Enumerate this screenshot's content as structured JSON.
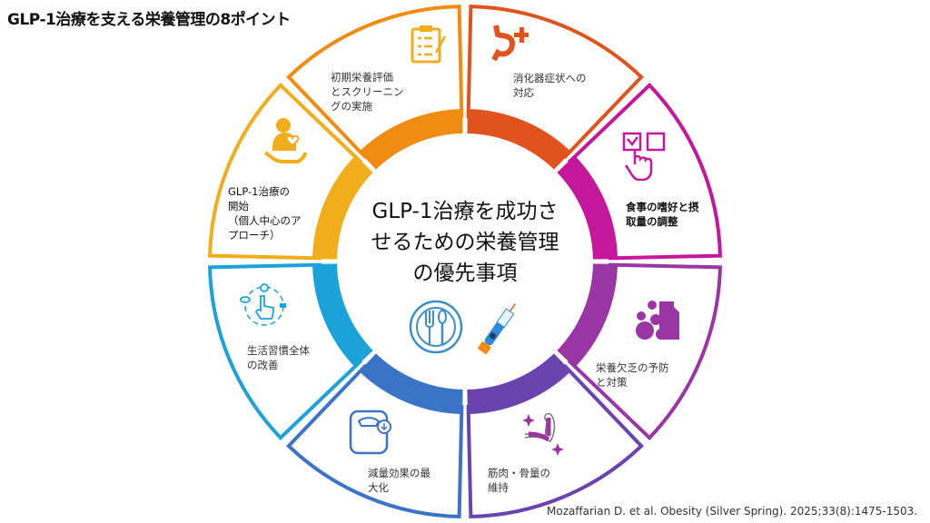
{
  "title": "GLP-1治療を支える栄養管理の8ポイント",
  "center_text": "GLP-1治療を成功さ\nせるための栄養管理\nの優先事項",
  "segments": [
    {
      "label": "消化器症状への\n対応",
      "color": "#e0531c",
      "icon": "stomach-plus-icon"
    },
    {
      "label": "食事の嗜好と摂\n取量の調整",
      "color": "#c4179c",
      "icon": "checkbox-hand-icon"
    },
    {
      "label": "栄養欠乏の予防\nと対策",
      "color": "#9a35a6",
      "icon": "vitamins-milk-icon"
    },
    {
      "label": "筋肉・骨量の\n維持",
      "color": "#6a44ae",
      "icon": "flexed-arm-icon"
    },
    {
      "label": "減量効果の最\n大化",
      "color": "#3b74c6",
      "icon": "scale-icon"
    },
    {
      "label": "生活習慣全体\nの改善",
      "color": "#1ba3d9",
      "icon": "lifestyle-hand-icon"
    },
    {
      "label": "GLP-1治療の\n開始\n（個人中心のア\nプローチ）",
      "color": "#f0ad1c",
      "icon": "caring-hand-person-icon"
    },
    {
      "label": "初期栄養評価\nとスクリーニン\nグの実施",
      "color": "#f08c12",
      "icon": "clipboard-checklist-icon"
    }
  ],
  "citation": "Mozaffarian D. et al. Obesity (Silver Spring). 2025;33(8):1475-1503."
}
